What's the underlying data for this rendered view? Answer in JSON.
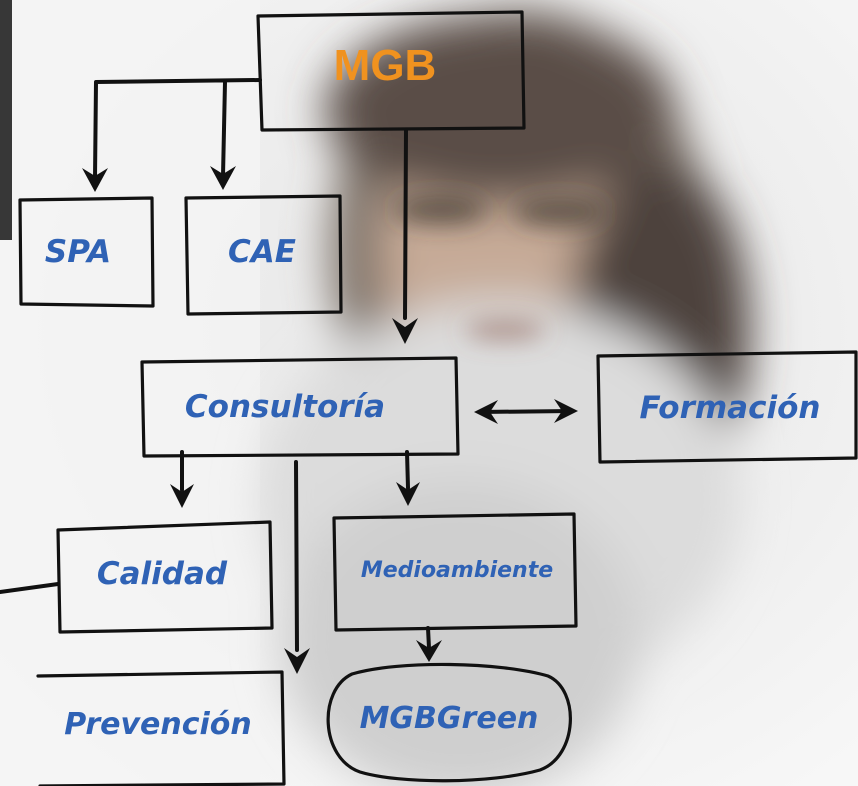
{
  "diagram": {
    "root": {
      "label": "MGB",
      "color": "#f0921f"
    },
    "nodes": {
      "spa": "SPA",
      "cae": "CAE",
      "consultoria": "Consultoría",
      "formacion": "Formación",
      "calidad": "Calidad",
      "medioambiente": "Medioambiente",
      "prevencion": "Prevención",
      "mgbgreen": "MGBGreen"
    },
    "node_text_color": "#2f62b5",
    "edges": [
      {
        "from": "MGB",
        "to": "SPA"
      },
      {
        "from": "MGB",
        "to": "CAE"
      },
      {
        "from": "MGB",
        "to": "Consultoría"
      },
      {
        "from": "Consultoría",
        "to": "Formación",
        "bidirectional": true
      },
      {
        "from": "Consultoría",
        "to": "Calidad"
      },
      {
        "from": "Consultoría",
        "to": "Medioambiente"
      },
      {
        "from": "Consultoría",
        "to": "Prevención"
      },
      {
        "from": "Medioambiente",
        "to": "MGBGreen"
      }
    ]
  }
}
